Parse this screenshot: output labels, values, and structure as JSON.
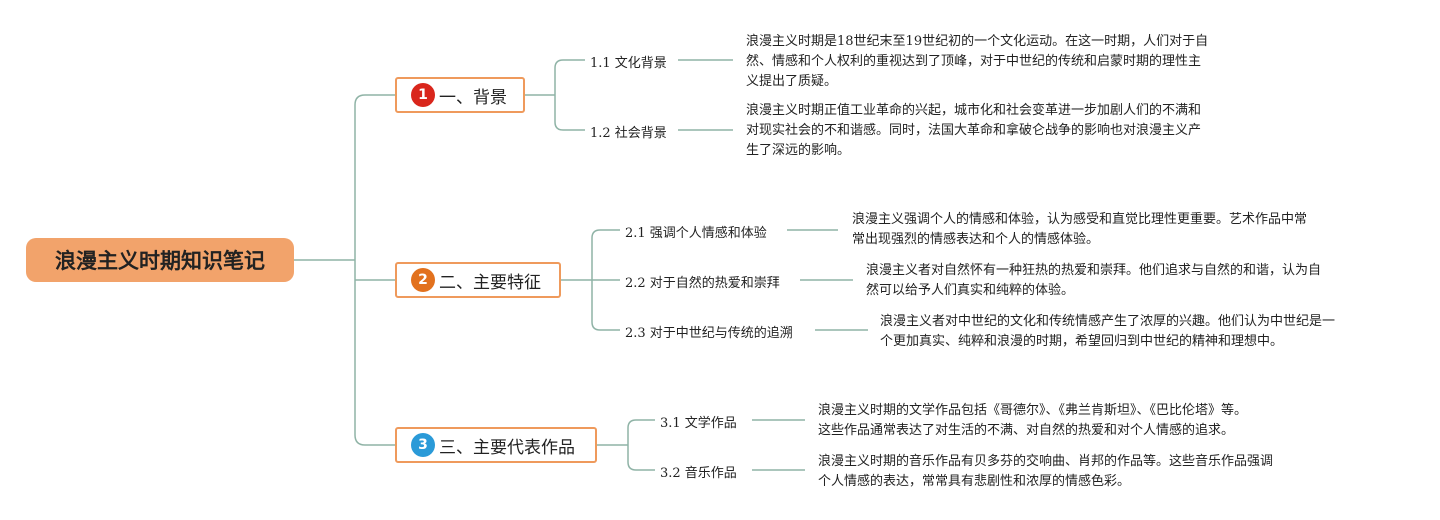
{
  "title": "浪漫主义时期知识笔记",
  "colors": {
    "root_fill": "#f2a36b",
    "branch_border": "#ef9a5c",
    "line": "#8fb3a6",
    "badge_1": "#d9261c",
    "badge_2": "#e2711d",
    "badge_3": "#2a9ad8"
  },
  "branches": [
    {
      "num": "1",
      "label": "一、背景",
      "children": [
        {
          "label": "1.1 文化背景",
          "desc": [
            "浪漫主义时期是18世纪末至19世纪初的一个文化运动。在这一时期，人们对于自",
            "然、情感和个人权利的重视达到了顶峰，对于中世纪的传统和启蒙时期的理性主",
            "义提出了质疑。"
          ]
        },
        {
          "label": "1.2 社会背景",
          "desc": [
            "浪漫主义时期正值工业革命的兴起，城市化和社会变革进一步加剧人们的不满和",
            "对现实社会的不和谐感。同时，法国大革命和拿破仑战争的影响也对浪漫主义产",
            "生了深远的影响。"
          ]
        }
      ]
    },
    {
      "num": "2",
      "label": "二、主要特征",
      "children": [
        {
          "label": "2.1 强调个人情感和体验",
          "desc": [
            "浪漫主义强调个人的情感和体验，认为感受和直觉比理性更重要。艺术作品中常",
            "常出现强烈的情感表达和个人的情感体验。"
          ]
        },
        {
          "label": "2.2 对于自然的热爱和崇拜",
          "desc": [
            "浪漫主义者对自然怀有一种狂热的热爱和崇拜。他们追求与自然的和谐，认为自",
            "然可以给予人们真实和纯粹的体验。"
          ]
        },
        {
          "label": "2.3 对于中世纪与传统的追溯",
          "desc": [
            "浪漫主义者对中世纪的文化和传统情感产生了浓厚的兴趣。他们认为中世纪是一",
            "个更加真实、纯粹和浪漫的时期，希望回归到中世纪的精神和理想中。"
          ]
        }
      ]
    },
    {
      "num": "3",
      "label": "三、主要代表作品",
      "children": [
        {
          "label": "3.1 文学作品",
          "desc": [
            "浪漫主义时期的文学作品包括《哥德尔》、《弗兰肯斯坦》、《巴比伦塔》等。",
            "这些作品通常表达了对生活的不满、对自然的热爱和对个人情感的追求。"
          ]
        },
        {
          "label": "3.2 音乐作品",
          "desc": [
            "浪漫主义时期的音乐作品有贝多芬的交响曲、肖邦的作品等。这些音乐作品强调",
            "个人情感的表达，常常具有悲剧性和浓厚的情感色彩。"
          ]
        }
      ]
    }
  ]
}
